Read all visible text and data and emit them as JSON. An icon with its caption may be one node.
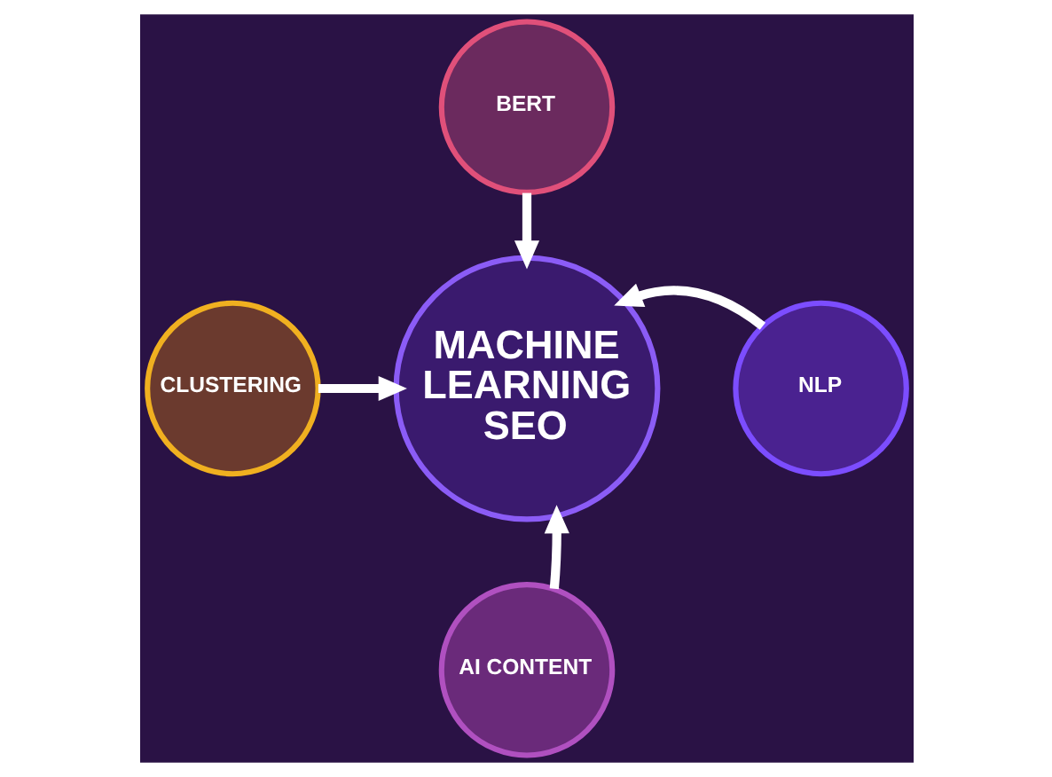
{
  "diagram": {
    "nodes": [
      {
        "text": [
          "MACHINE LEARNING SEO"
        ]
      },
      {
        "text": [
          "BERT"
        ]
      },
      {
        "text": [
          "CLUSTERING"
        ]
      },
      {
        "text": [
          "NLP"
        ]
      },
      {
        "text": [
          "AI CONTENT"
        ]
      }
    ],
    "edges": [
      {
        "from": 1,
        "to": 0,
        "arrow": "to"
      },
      {
        "from": 2,
        "to": 0,
        "arrow": "to"
      },
      {
        "from": 3,
        "to": 0,
        "arrow": "to"
      },
      {
        "from": 4,
        "to": 0,
        "arrow": "to"
      }
    ]
  }
}
